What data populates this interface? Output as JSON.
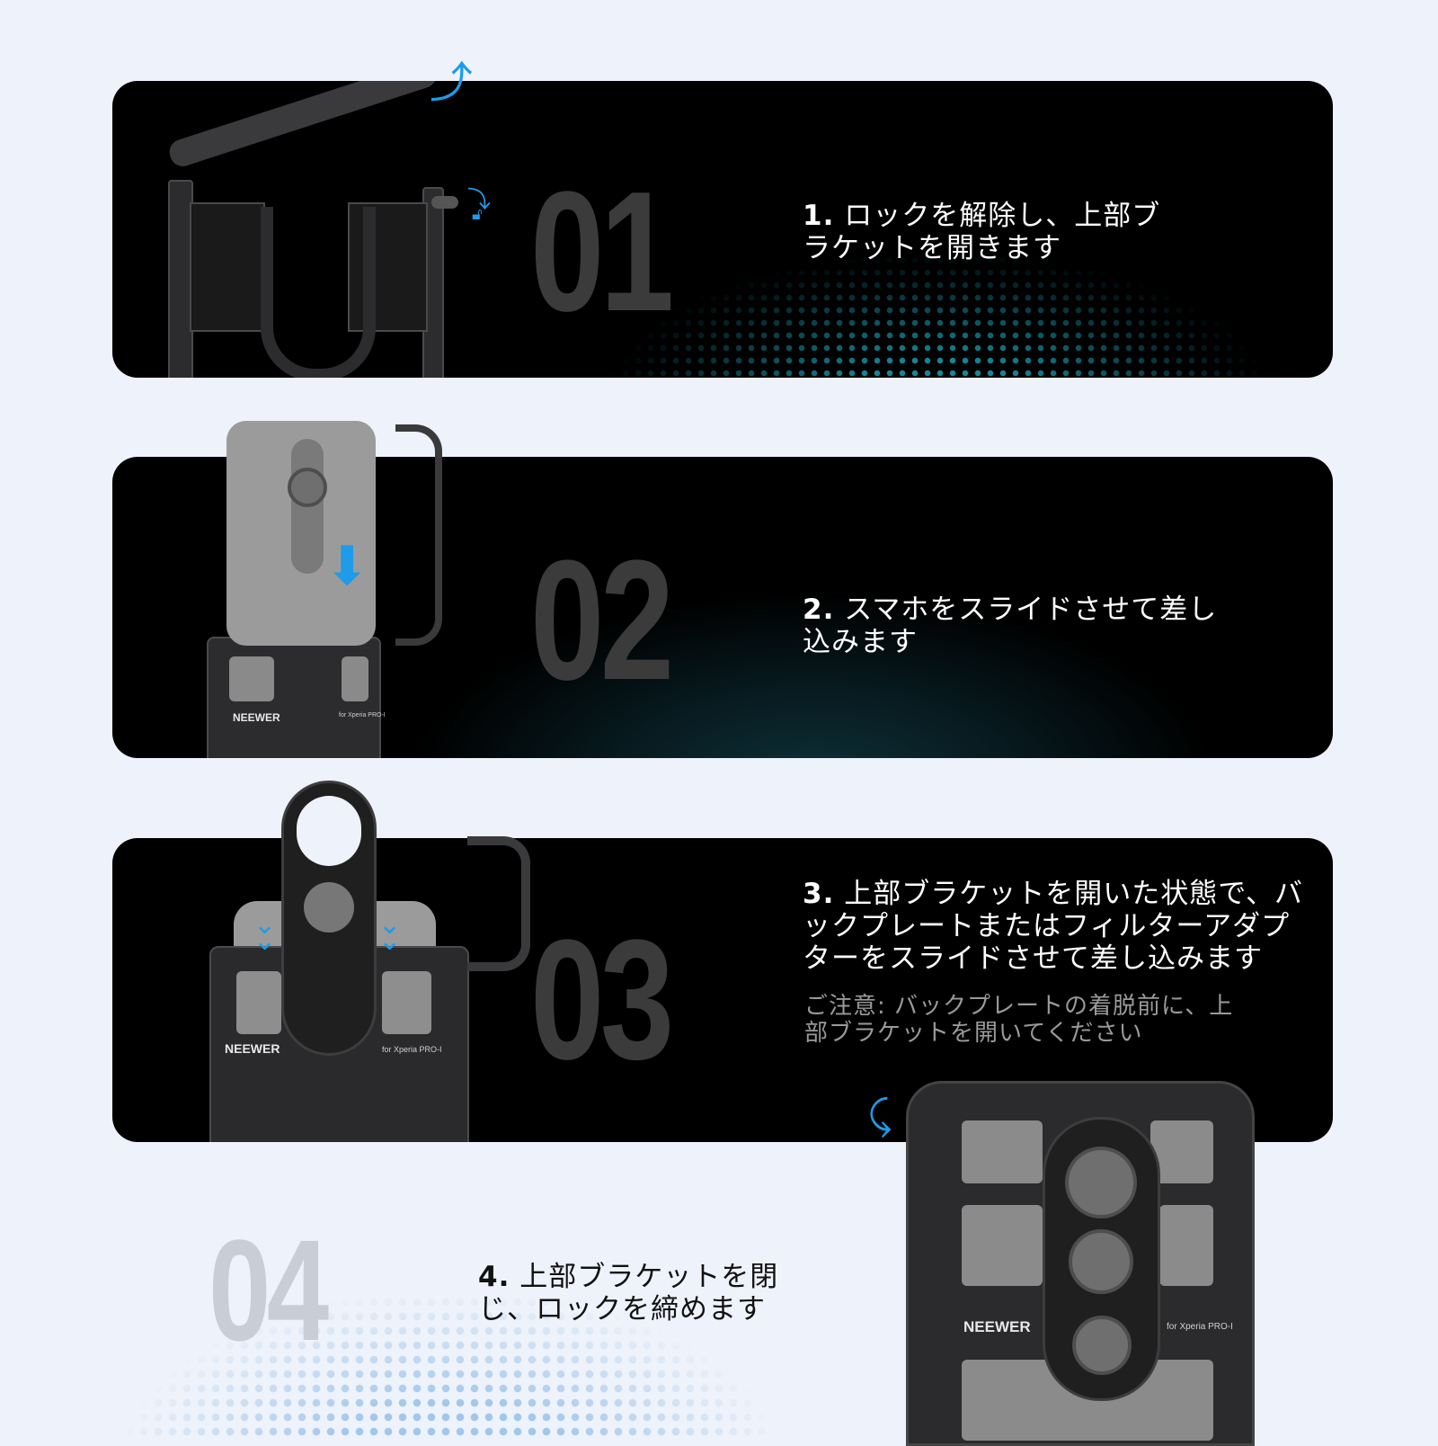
{
  "colors": {
    "page_bg": "#eef2fa",
    "panel_bg": "#000000",
    "accent_blue": "#1e9be9",
    "big_number_dark": "#3b3b3b",
    "big_number_light": "#c9ced6",
    "dot_teal": "#1496aa",
    "dot_light_blue": "#6eaae1"
  },
  "steps": [
    {
      "number": "01",
      "index_label": "1.",
      "line1": "ロックを解除し、上部ブ",
      "line2": "ラケットを開きます",
      "icons": [
        "rotate-up-arrow-icon",
        "rotate-down-arrow-icon",
        "unlock-icon"
      ]
    },
    {
      "number": "02",
      "index_label": "2.",
      "line1": "スマホをスライドさせて差し",
      "line2": "込みます",
      "product_brand": "NEEWER",
      "product_model": "for Xperia PRO-I",
      "icons": [
        "down-arrow-icon"
      ]
    },
    {
      "number": "03",
      "index_label": "3.",
      "line1": "上部ブラケットを開いた状態で、バ",
      "line2": "ックプレートまたはフィルターアダプ",
      "line3": "ターをスライドさせて差し込みます",
      "note_line1": "ご注意: バックプレートの着脱前に、上",
      "note_line2": "部ブラケットを開いてください",
      "product_brand": "NEEWER",
      "product_model": "for Xperia PRO-I",
      "icons": [
        "double-chevron-down-icon",
        "double-chevron-down-icon"
      ]
    },
    {
      "number": "04",
      "index_label": "4.",
      "line1": "上部ブラケットを閉",
      "line2": "じ、ロックを締めます",
      "product_brand": "NEEWER",
      "product_model": "for Xperia PRO-I",
      "icons": [
        "rotate-down-arrow-icon"
      ]
    }
  ]
}
